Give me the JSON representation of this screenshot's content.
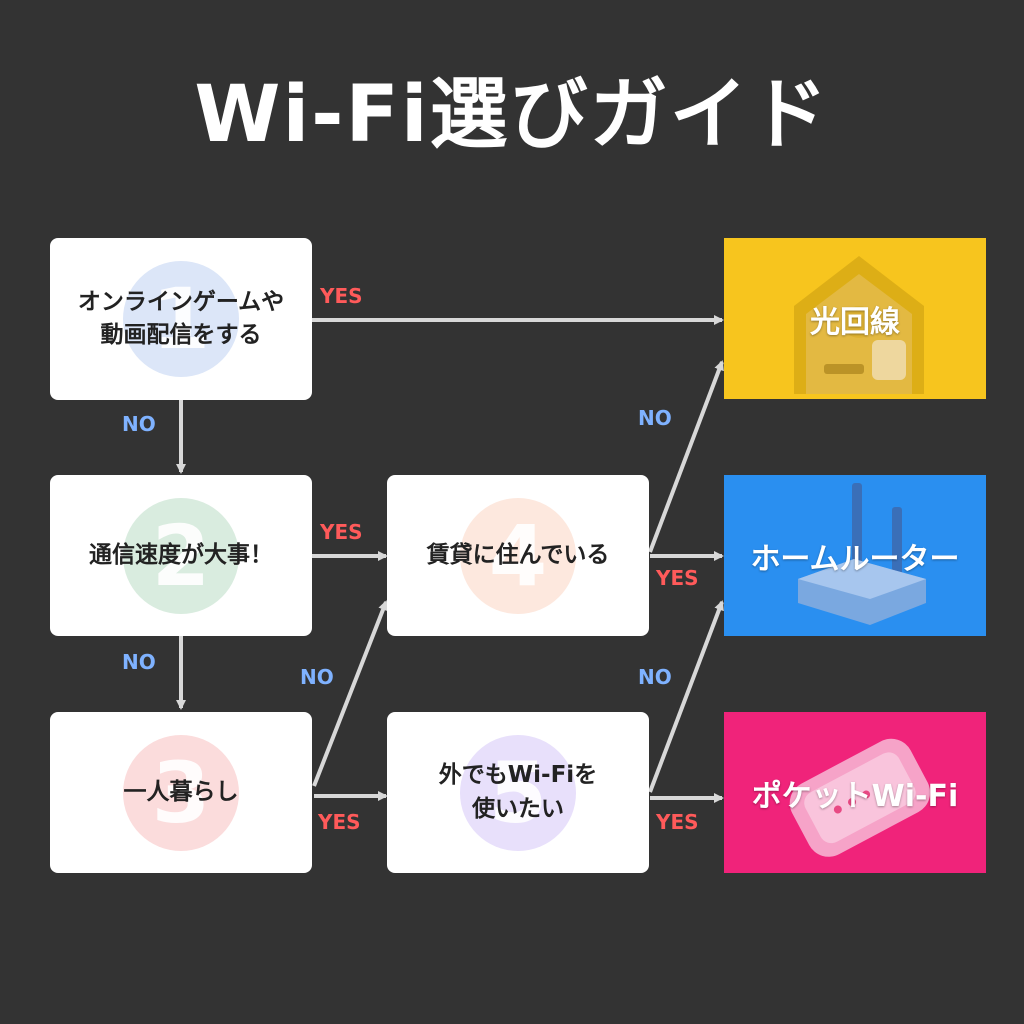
{
  "title": "Wi-Fi選びガイド",
  "questions": [
    {
      "number": "1",
      "lines": [
        "オンラインゲームや",
        "動画配信をする"
      ]
    },
    {
      "number": "2",
      "lines": [
        "通信速度が大事！"
      ]
    },
    {
      "number": "3",
      "lines": [
        "一人暮らし"
      ]
    },
    {
      "number": "4",
      "lines": [
        "賃貸に住んでいる"
      ]
    },
    {
      "number": "5",
      "lines": [
        "外でもWi-Fiを",
        "使いたい"
      ]
    }
  ],
  "results": [
    {
      "label": "光回線",
      "color": "#f7c51e",
      "icon": "house-icon"
    },
    {
      "label": "ホームルーター",
      "color": "#2a8ff0",
      "icon": "router-icon"
    },
    {
      "label": "ポケットWi-Fi",
      "color": "#f0237a",
      "icon": "pocket-wifi-icon"
    }
  ],
  "answers": {
    "yes": "YES",
    "no": "NO"
  },
  "colors": {
    "background": "#333333",
    "yes": "#ff5a5a",
    "no": "#7fb2ff",
    "arrow": "#d8d8d8"
  }
}
